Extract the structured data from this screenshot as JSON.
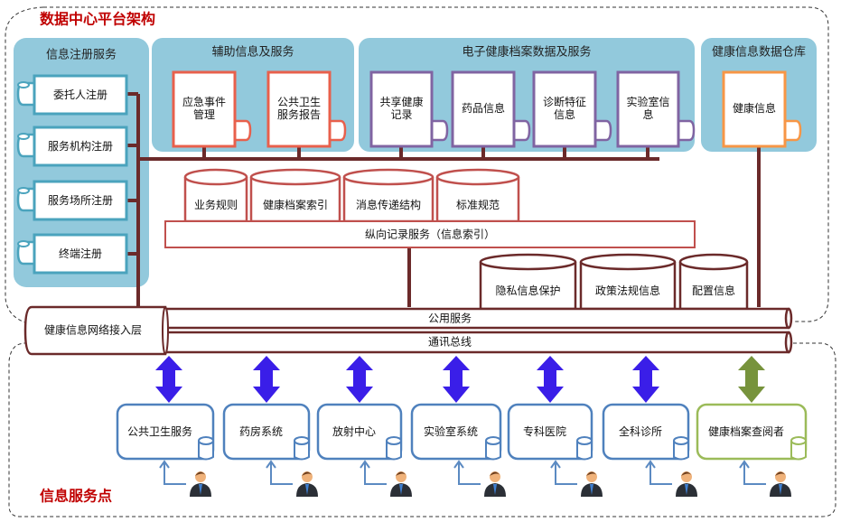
{
  "platform": {
    "title": "数据中心平台架构",
    "registration": {
      "header": "信息注册服务",
      "items": [
        "委托人注册",
        "服务机构注册",
        "服务场所注册",
        "终端注册"
      ]
    },
    "auxiliary": {
      "header": "辅助信息及服务",
      "items": [
        "应急事件管理",
        "公共卫生服务报告"
      ]
    },
    "ehr": {
      "header": "电子健康档案数据及服务",
      "items": [
        "共享健康记录",
        "药品信息",
        "诊断特征信息",
        "实验室信息"
      ]
    },
    "warehouse": {
      "header": "健康信息数据仓库",
      "items": [
        "健康信息"
      ]
    },
    "index_stores": [
      "业务规则",
      "健康档案索引",
      "消息传递结构",
      "标准规范"
    ],
    "longitudinal_service": "纵向记录服务（信息索引）",
    "public_stores": [
      "隐私信息保护",
      "政策法规信息",
      "配置信息"
    ],
    "access_layer": "健康信息网络接入层",
    "public_service_bus": "公用服务",
    "communication_bus": "通讯总线"
  },
  "service_points": {
    "title": "信息服务点",
    "items": [
      {
        "label": "公共卫生服务",
        "kind": "system"
      },
      {
        "label": "药房系统",
        "kind": "system"
      },
      {
        "label": "放射中心",
        "kind": "system"
      },
      {
        "label": "实验室系统",
        "kind": "system"
      },
      {
        "label": "专科医院",
        "kind": "system"
      },
      {
        "label": "全科诊所",
        "kind": "system"
      },
      {
        "label": "健康档案查阅者",
        "kind": "viewer"
      }
    ]
  },
  "colors": {
    "title_red": "#c00000",
    "panel_bg": "#92c9dc",
    "registration_border": "#4aa3bd",
    "auxiliary_border": "#e8604c",
    "ehr_border": "#8064a2",
    "warehouse_border": "#f79646",
    "connector": "#6b2a2a",
    "index_border": "#c0504d",
    "service_blue": "#4f81bd",
    "viewer_green": "#9bbb59",
    "arrow_blue": "#3a1ee8",
    "arrow_green": "#77933c"
  }
}
